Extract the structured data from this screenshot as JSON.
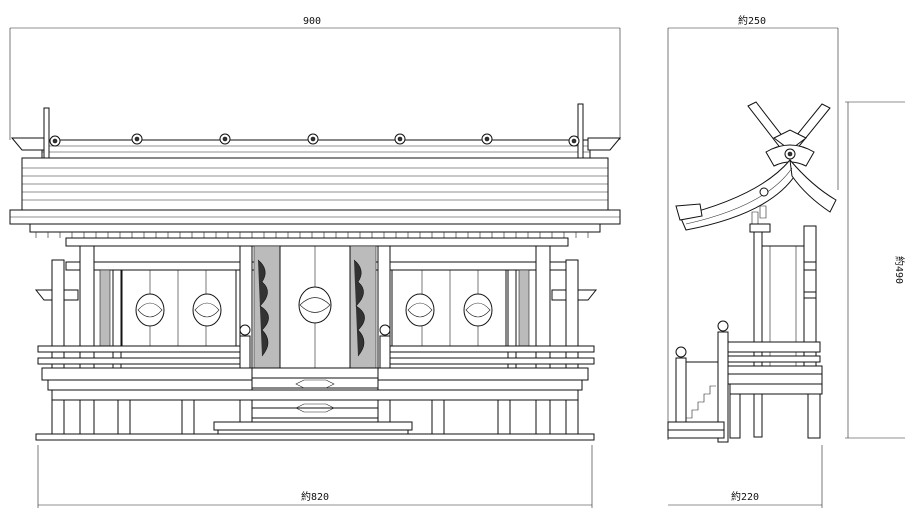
{
  "dimensions": {
    "front_top_width": "900",
    "front_bottom_width": "約820",
    "side_top_width": "約250",
    "side_bottom_width": "約220",
    "side_height": "約490"
  }
}
